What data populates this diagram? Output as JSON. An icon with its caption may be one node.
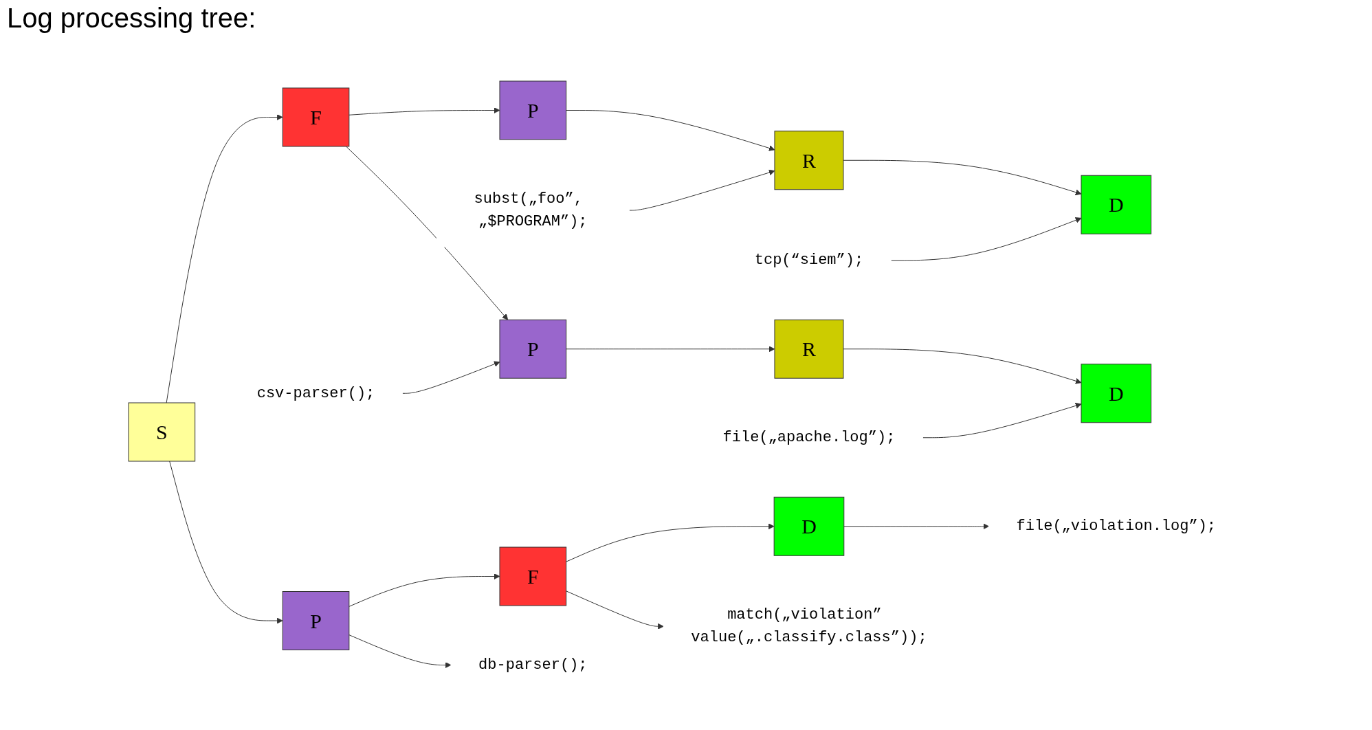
{
  "diagram": {
    "title": "Log processing tree:",
    "nodes": [
      {
        "text": [
          "S"
        ]
      },
      {
        "text": [
          "F"
        ]
      },
      {
        "text": [
          "P"
        ]
      },
      {
        "text": [
          "R"
        ]
      },
      {
        "text": [
          "D"
        ]
      },
      {
        "text": [
          "P"
        ]
      },
      {
        "text": [
          "R"
        ]
      },
      {
        "text": [
          "D"
        ]
      },
      {
        "text": [
          "P"
        ]
      },
      {
        "text": [
          "F"
        ]
      },
      {
        "text": [
          "D"
        ]
      },
      {
        "text": [
          "tcp(“siem”);"
        ]
      },
      {
        "text": [
          "subst(„foo”, „$PROGRAM”);"
        ]
      },
      {
        "text": [
          "csv-parser();"
        ]
      },
      {
        "text": [
          "file(„apache.log”);"
        ]
      },
      {
        "text": [
          "db-parser();"
        ]
      },
      {
        "text": [
          "file(„violation.log”);"
        ]
      },
      {
        "text": [
          "match(„violation” value(„.classify.class”));"
        ]
      }
    ],
    "edges": [
      {
        "from": 0,
        "to": 1,
        "arrow": "to"
      },
      {
        "from": 0,
        "to": 8,
        "arrow": "to"
      },
      {
        "from": 1,
        "to": 2,
        "arrow": "to"
      },
      {
        "from": 1,
        "to": 5,
        "arrow": "to"
      },
      {
        "from": 2,
        "to": 3,
        "arrow": "to"
      },
      {
        "from": 3,
        "to": 4,
        "arrow": "to"
      },
      {
        "from": 5,
        "to": 6,
        "arrow": "to"
      },
      {
        "from": 6,
        "to": 7,
        "arrow": "to"
      },
      {
        "from": 8,
        "to": 9,
        "arrow": "to"
      },
      {
        "from": 9,
        "to": 10,
        "arrow": "to"
      },
      {
        "from": 11,
        "to": 4,
        "arrow": "to"
      },
      {
        "from": 12,
        "to": 3,
        "arrow": "to"
      },
      {
        "from": 13,
        "to": 5,
        "arrow": "to"
      },
      {
        "from": 14,
        "to": 7,
        "arrow": "to"
      },
      {
        "from": 8,
        "to": 15,
        "arrow": "to"
      },
      {
        "from": 10,
        "to": 16,
        "arrow": "to"
      },
      {
        "from": 9,
        "to": 17,
        "arrow": "to"
      }
    ]
  }
}
